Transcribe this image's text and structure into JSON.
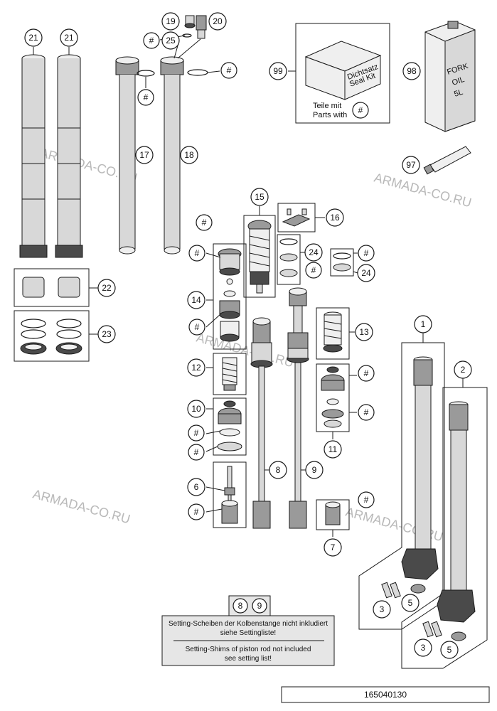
{
  "watermark": "ARMADA-CO.RU",
  "drawing_number": "165040130",
  "part_callouts": [
    "1",
    "2",
    "3",
    "5",
    "6",
    "7",
    "8",
    "9",
    "10",
    "11",
    "12",
    "13",
    "14",
    "15",
    "16",
    "17",
    "18",
    "19",
    "20",
    "21",
    "22",
    "23",
    "24",
    "25",
    "97",
    "98",
    "99"
  ],
  "hash_label": "#",
  "seal_kit": {
    "box_text_de": "Dichtsatz",
    "box_text_en": "Seal Kit",
    "parts_with_de": "Teile mit",
    "parts_with_en": "Parts with"
  },
  "fork_oil": {
    "line1": "FORK",
    "line2": "OIL",
    "line3": "5L"
  },
  "note": {
    "refs": [
      "8",
      "9"
    ],
    "de_line1": "Setting-Scheiben der Kolbenstange nicht inkludiert",
    "de_line2": "siehe Settingliste!",
    "en_line1": "Setting-Shims of piston rod not included",
    "en_line2": "see setting list!"
  }
}
